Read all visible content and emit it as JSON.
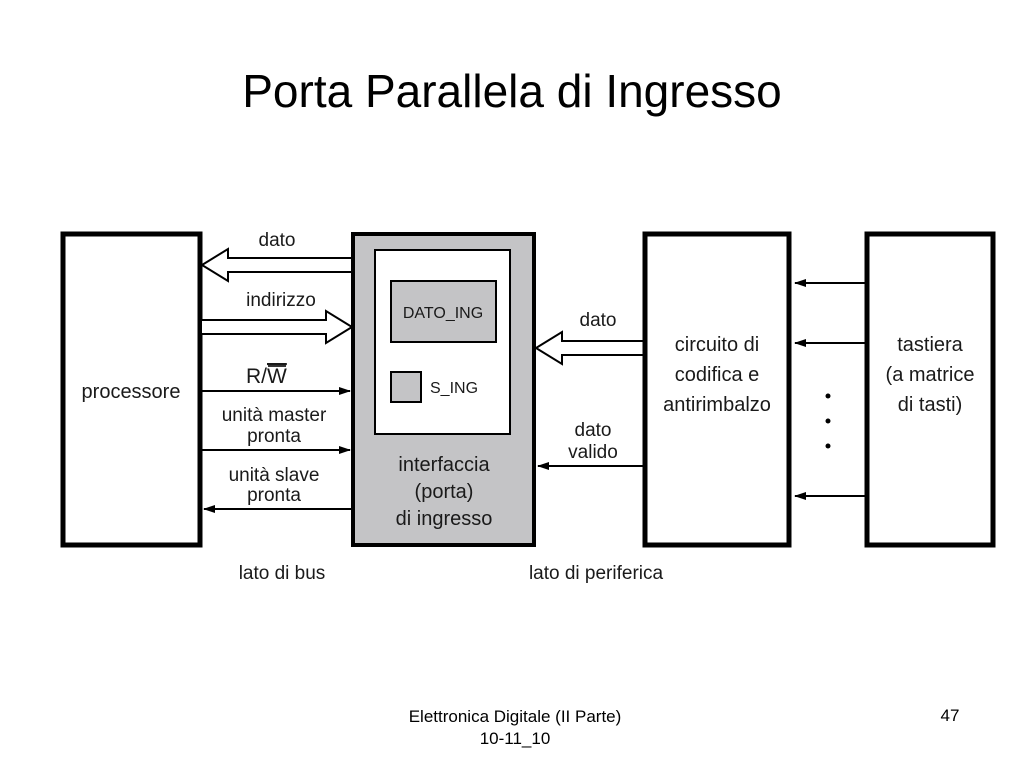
{
  "slide": {
    "title": "Porta Parallela di Ingresso",
    "footer_line1": "Elettronica Digitale (II Parte)",
    "footer_line2": "10-11_10",
    "page_number": "47"
  },
  "diagram": {
    "processor": "processore",
    "signals": {
      "data": "dato",
      "address": "indirizzo",
      "rw_r": "R/",
      "rw_w": "W",
      "master_ready_1": "unità master",
      "master_ready_2": "pronta",
      "slave_ready_1": "unità slave",
      "slave_ready_2": "pronta"
    },
    "interface": {
      "data_register": "DATO_ING",
      "status_flag": "S_ING",
      "label_1": "interfaccia",
      "label_2": "(porta)",
      "label_3": "di ingresso"
    },
    "peripheral_signals": {
      "data": "dato",
      "valid_1": "dato",
      "valid_2": "valido"
    },
    "encoder": {
      "line1": "circuito di",
      "line2": "codifica e",
      "line3": "antirimbalzo"
    },
    "keyboard": {
      "line1": "tastiera",
      "line2": "(a matrice",
      "line3": "di tasti)"
    },
    "sides": {
      "bus": "lato di bus",
      "peripheral": "lato di periferica"
    }
  },
  "colors": {
    "interface_fill": "#c4c4c6",
    "box_stroke": "#000000"
  }
}
